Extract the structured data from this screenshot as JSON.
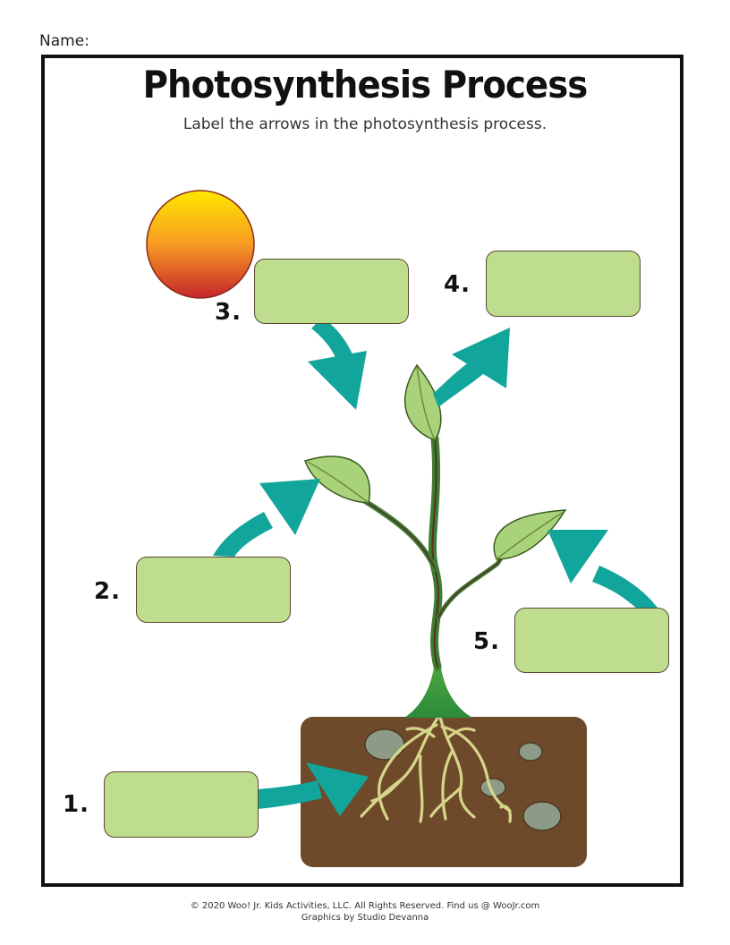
{
  "worksheet": {
    "name_label": "Name:",
    "title": "Photosynthesis Process",
    "subtitle": "Label the arrows in the photosynthesis process."
  },
  "labels": [
    {
      "number": "1.",
      "answer": ""
    },
    {
      "number": "2.",
      "answer": ""
    },
    {
      "number": "3.",
      "answer": ""
    },
    {
      "number": "4.",
      "answer": ""
    },
    {
      "number": "5.",
      "answer": ""
    }
  ],
  "footer": {
    "line1": "© 2020 Woo! Jr. Kids Activities, LLC. All Rights Reserved. Find us @ WooJr.com",
    "line2": "Graphics by Studio Devanna"
  },
  "colors": {
    "answer_box": "#bedd8f",
    "arrow": "#12a59b",
    "soil": "#6f4a2a",
    "leaf": "#a9d37a",
    "stem": "#3f9a3a",
    "sun_top": "#ffe800",
    "sun_bottom": "#c4262a"
  }
}
